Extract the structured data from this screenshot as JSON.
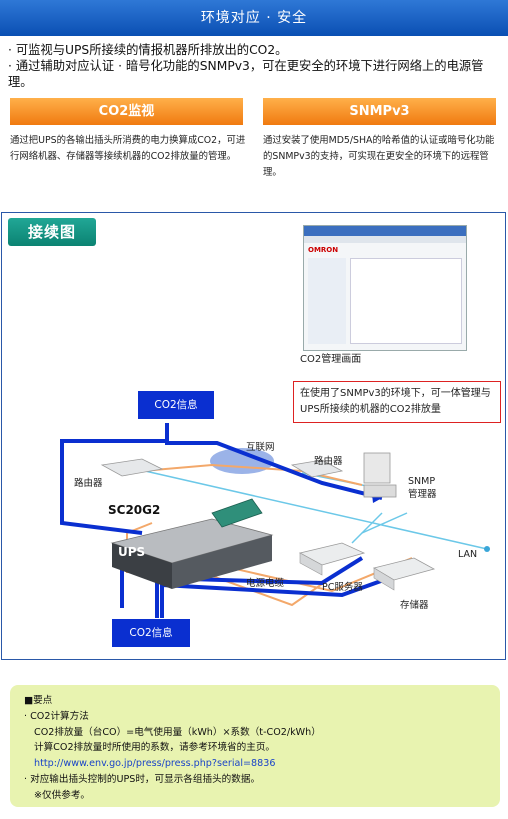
{
  "header": {
    "title": "环境对应 · 安全"
  },
  "intro": {
    "line1": "· 可监视与UPS所接续的情报机器所排放出的CO2。",
    "line2": "· 通过辅助对应认证 · 暗号化功能的SNMPv3，可在更安全的环境下进行网络上的电源管理。"
  },
  "features": {
    "co2": {
      "title": "CO2监视",
      "body": "通过把UPS的各输出插头所消费的电力换算成CO2，可进行网络机器、存储器等接续机器的CO2排放量的管理。"
    },
    "snmp": {
      "title": "SNMPv3",
      "body": "通过安装了使用MD5/SHA的哈希值的认证或暗号化功能的SNMPv3的支持，可实现在更安全的环境下的远程管理。"
    }
  },
  "diagram": {
    "title": "接续图",
    "screen_caption": "CO2管理画面",
    "screen_logo": "OMRON",
    "callout": "在使用了SNMPv3的环境下，可一体管理与UPS所接续的机器的CO2排放量",
    "co2_info_top": "CO2信息",
    "co2_info_bottom": "CO2信息",
    "internet": "互联网",
    "router_left": "路由器",
    "router_right": "路由器",
    "snmp_manager": "SNMP\n管理器",
    "card": "SC20G2",
    "ups": "UPS",
    "power_cable": "电源电缆",
    "pc_server": "PC服务器",
    "storage": "存储器",
    "lan": "LAN"
  },
  "notes": {
    "heading": "■要点",
    "item1": "· CO2计算方法",
    "formula": "CO2排放量（台CO）=电气使用量（kWh）×系数（t-CO2/kWh）",
    "coef_note": "计算CO2排放量时所使用的系数，请参考环境省的主页。",
    "url": "http://www.env.go.jp/press/press.php?serial=8836",
    "item2": "· 对应输出插头控制的UPS时，可显示各组插头的数据。",
    "ref": "※仅供参考。"
  },
  "colors": {
    "header": "#0a4fb3",
    "orange": "#f07a10",
    "teal": "#0b8372",
    "blue_box": "#0a2fd0",
    "notes_bg": "#e8f3b0"
  }
}
